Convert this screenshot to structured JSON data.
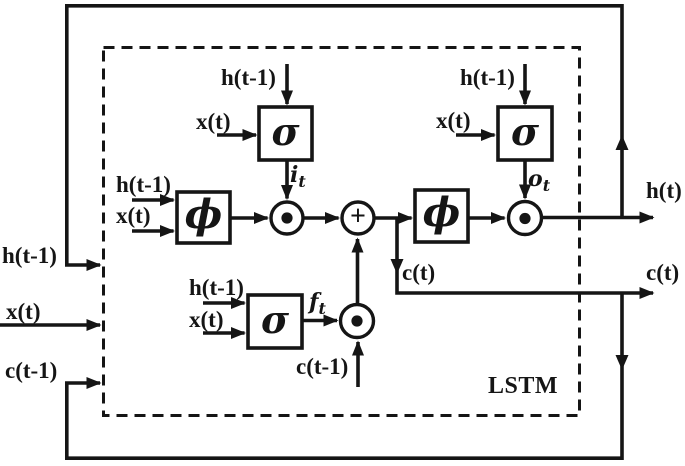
{
  "lstm": {
    "block_label": "LSTM",
    "signals": {
      "h_prev": "h(t-1)",
      "x": "x(t)",
      "c_prev": "c(t-1)",
      "h_out": "h(t)",
      "c_out": "c(t)"
    },
    "operators": {
      "sigmoid": "σ",
      "tanh": "ϕ",
      "add": "+"
    },
    "gate_outputs": {
      "input_gate": {
        "base": "i",
        "sub": "t"
      },
      "forget_gate": {
        "base": "f",
        "sub": "t"
      },
      "output_gate": {
        "base": "o",
        "sub": "t"
      }
    },
    "colors": {
      "ink": "#151515",
      "background": "#ffffff"
    }
  }
}
